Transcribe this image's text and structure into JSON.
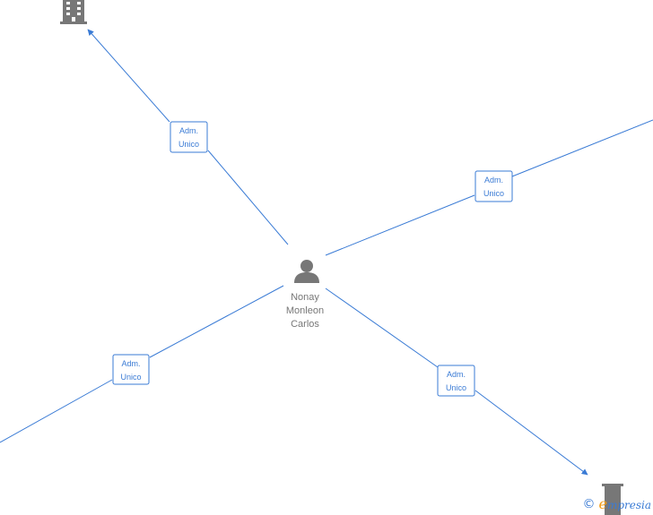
{
  "person": {
    "name_lines": [
      "Nonay",
      "Monleon",
      "Carlos"
    ]
  },
  "edges": [
    {
      "label_lines": [
        "Adm.",
        "Unico"
      ],
      "target": "company-top-left"
    },
    {
      "label_lines": [
        "Adm.",
        "Unico"
      ],
      "target": "company-top-right"
    },
    {
      "label_lines": [
        "Adm.",
        "Unico"
      ],
      "target": "company-bottom-left"
    },
    {
      "label_lines": [
        "Adm.",
        "Unico"
      ],
      "target": "company-bottom-right"
    }
  ],
  "watermark": {
    "copyright_symbol": "©",
    "brand_first": "e",
    "brand_rest": "mpresia"
  },
  "colors": {
    "edge": "#3a7bd5",
    "icon": "#777777",
    "brand_accent": "#f39c12"
  },
  "icons": {
    "person": "person-icon",
    "company": "building-icon"
  }
}
